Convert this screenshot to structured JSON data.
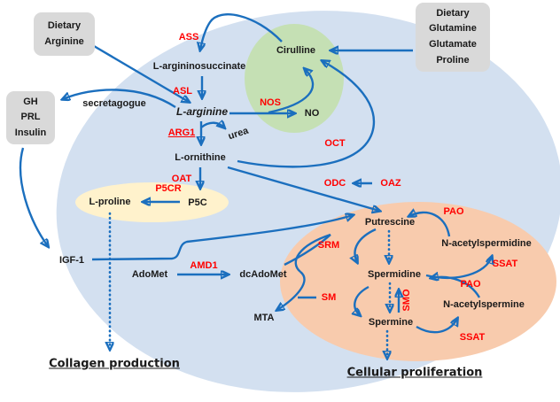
{
  "colors": {
    "background": "#FFFFFF",
    "cell_fill": "#D3E0F0",
    "citrulline_region_fill": "#C5E0B4",
    "proline_region_fill": "#FFF2CC",
    "polyamine_region_fill": "#F8CBAD",
    "gray_box_fill": "#D9D9D9",
    "arrow_blue": "#1B6FBE",
    "enzyme_red": "#FF0000",
    "text_black": "#1A1A1A"
  },
  "boxes": {
    "dietary_arginine": {
      "lines": [
        "Dietary",
        "Arginine"
      ]
    },
    "dietary_glutamine": {
      "lines": [
        "Dietary",
        "Glutamine",
        "Glutamate",
        "Proline"
      ]
    },
    "gh_prl_insulin": {
      "lines": [
        "GH",
        "PRL",
        "Insulin"
      ]
    }
  },
  "labels": {
    "l_argininosuccinate": "L-argininosuccinate",
    "l_arginine": "L-arginine",
    "urea": "urea",
    "l_ornithine": "L-ornithine",
    "secretagogue": "secretagogue",
    "cirulline": "Cirulline",
    "no": "NO",
    "l_proline": "L-proline",
    "p5c": "P5C",
    "igf1": "IGF-1",
    "adomet": "AdoMet",
    "dcadomet": "dcAdoMet",
    "mta": "MTA",
    "putrescine": "Putrescine",
    "spermidine": "Spermidine",
    "spermine": "Spermine",
    "n_acetylspermidine": "N-acetylspermidine",
    "n_acetylspermine": "N-acetylspermine"
  },
  "enzymes": {
    "ass": "ASS",
    "asl": "ASL",
    "arg1": "ARG1",
    "nos": "NOS",
    "oct": "OCT",
    "oat": "OAT",
    "p5cr": "P5CR",
    "odc": "ODC",
    "oaz": "OAZ",
    "amd1": "AMD1",
    "srm": "SRM",
    "sm": "SM",
    "smo": "SMO",
    "pao": "PAO",
    "ssat": "SSAT"
  },
  "outcomes": {
    "collagen": "Collagen production",
    "proliferation": "Cellular proliferation"
  }
}
